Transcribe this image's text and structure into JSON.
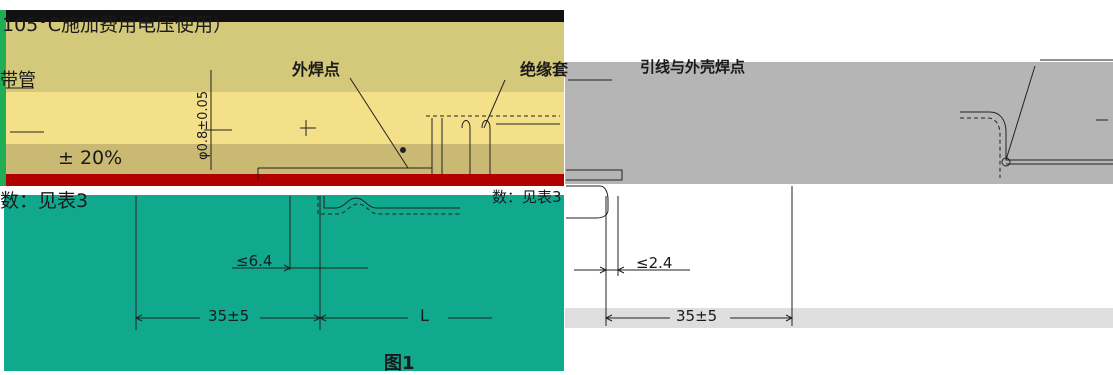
{
  "header": {
    "title_fragment": "105°C施加费用电压使用）",
    "left_label": "带管",
    "tolerance": "± 20%",
    "footnote": "数：见表3"
  },
  "left_diagram": {
    "outer_weld_point": "外焊点",
    "insulation_label": "绝缘套",
    "diameter_label": "φ0.8±0.05",
    "dim_lead_gap": "≤6.4",
    "dim_lead_length": "35±5",
    "dim_body": "L",
    "figure_caption": "图1",
    "side_note": "数：见表3"
  },
  "right_diagram": {
    "lead_shell_weld": "引线与外壳焊点",
    "dim_gap": "≤2.4",
    "dim_lead_length": "35±5"
  },
  "colors": {
    "band_top": "#d4c87a",
    "band_highlight": "#f4e089",
    "band_bottom": "#c9b972",
    "red_bar": "#b00000",
    "teal_panel": "#10a98e",
    "gray_panel": "#b5b5b5",
    "gray_light": "#c3c3c3",
    "line_dark": "#222222"
  }
}
